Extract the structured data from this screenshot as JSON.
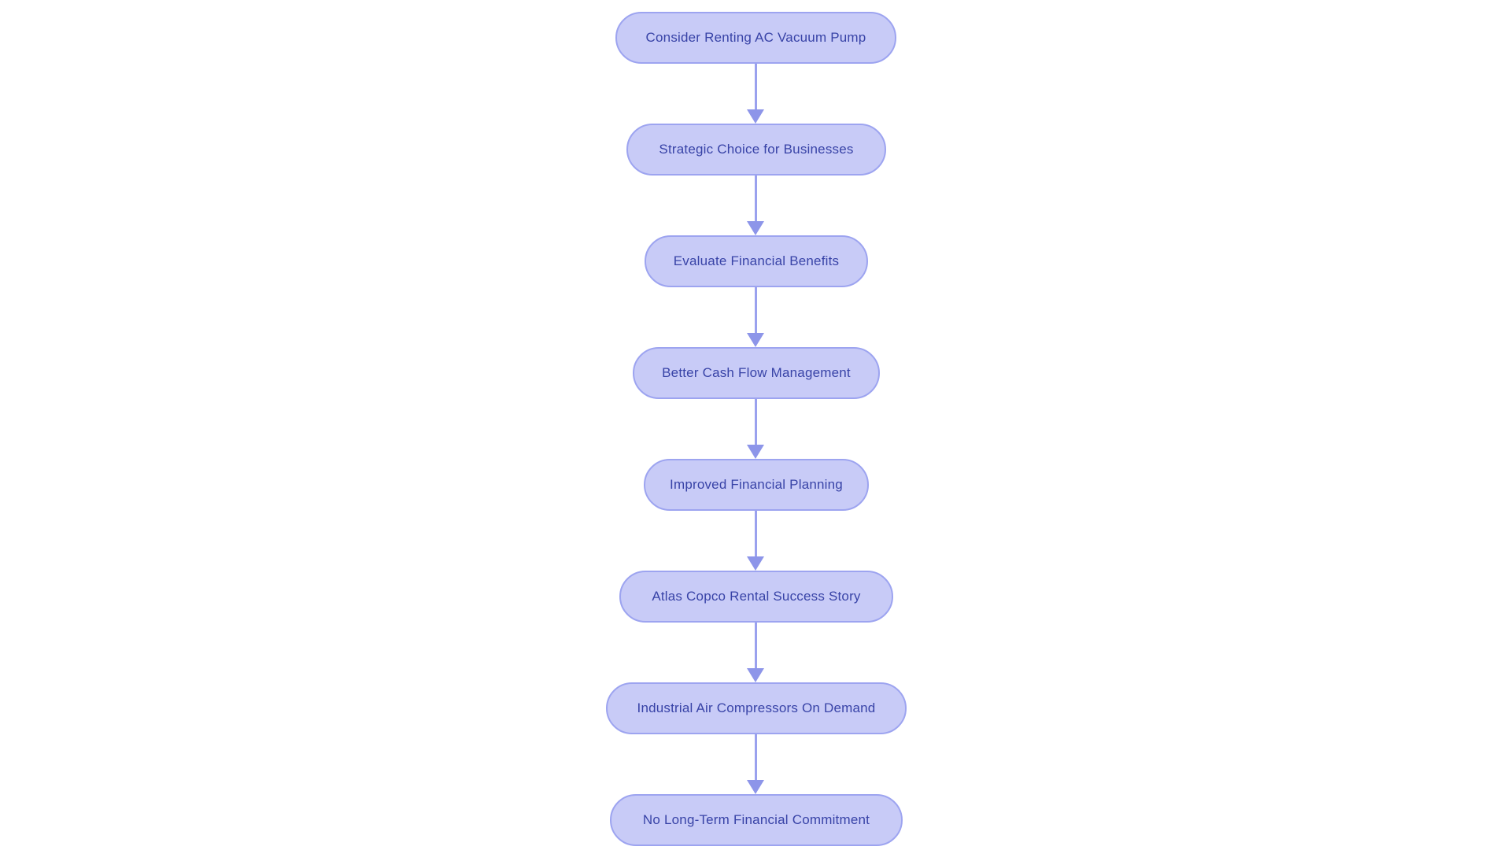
{
  "diagram": {
    "type": "flowchart",
    "direction": "top-to-bottom",
    "colors": {
      "background": "#ffffff",
      "node_fill": "#c8cbf7",
      "node_border": "#9da4f0",
      "node_text": "#3843a7",
      "arrow_line": "#9aa1ee",
      "arrow_head": "#8d95e9"
    },
    "nodes": [
      {
        "id": "n1",
        "label": "Consider Renting AC Vacuum Pump"
      },
      {
        "id": "n2",
        "label": "Strategic Choice for Businesses"
      },
      {
        "id": "n3",
        "label": "Evaluate Financial Benefits"
      },
      {
        "id": "n4",
        "label": "Better Cash Flow Management"
      },
      {
        "id": "n5",
        "label": "Improved Financial Planning"
      },
      {
        "id": "n6",
        "label": "Atlas Copco Rental Success Story"
      },
      {
        "id": "n7",
        "label": "Industrial Air Compressors On Demand"
      },
      {
        "id": "n8",
        "label": "No Long-Term Financial Commitment"
      }
    ],
    "edges": [
      {
        "from": "n1",
        "to": "n2"
      },
      {
        "from": "n2",
        "to": "n3"
      },
      {
        "from": "n3",
        "to": "n4"
      },
      {
        "from": "n4",
        "to": "n5"
      },
      {
        "from": "n5",
        "to": "n6"
      },
      {
        "from": "n6",
        "to": "n7"
      },
      {
        "from": "n7",
        "to": "n8"
      }
    ]
  }
}
